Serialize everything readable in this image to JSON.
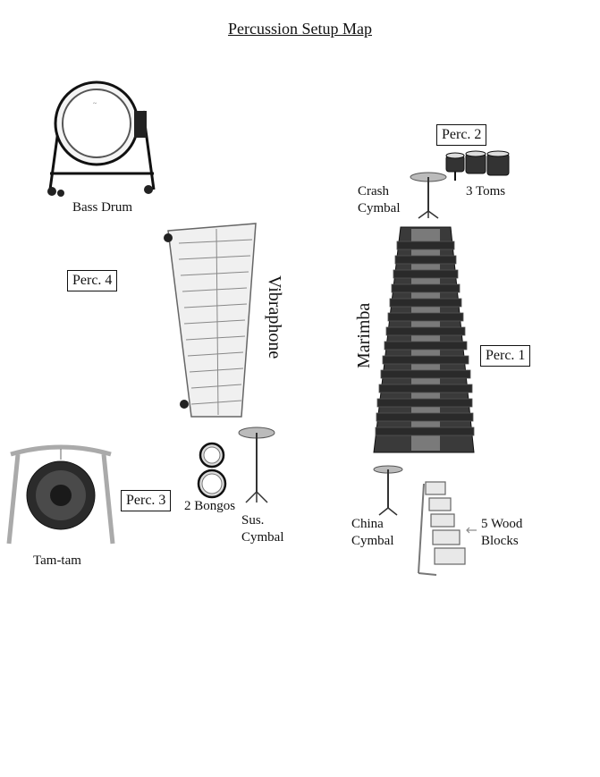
{
  "title": "Percussion Setup Map",
  "performers": {
    "perc1": "Perc. 1",
    "perc2": "Perc. 2",
    "perc3": "Perc. 3",
    "perc4": "Perc. 4"
  },
  "instruments": {
    "bass_drum": "Bass Drum",
    "vibraphone": "Vibraphone",
    "marimba": "Marimba",
    "crash_cymbal_1": "Crash",
    "crash_cymbal_2": "Cymbal",
    "toms": "3 Toms",
    "tamtam": "Tam-tam",
    "bongos": "2 Bongos",
    "sus_cymbal_1": "Sus.",
    "sus_cymbal_2": "Cymbal",
    "china_cymbal_1": "China",
    "china_cymbal_2": "Cymbal",
    "wood_blocks_1": "5 Wood",
    "wood_blocks_2": "Blocks"
  }
}
